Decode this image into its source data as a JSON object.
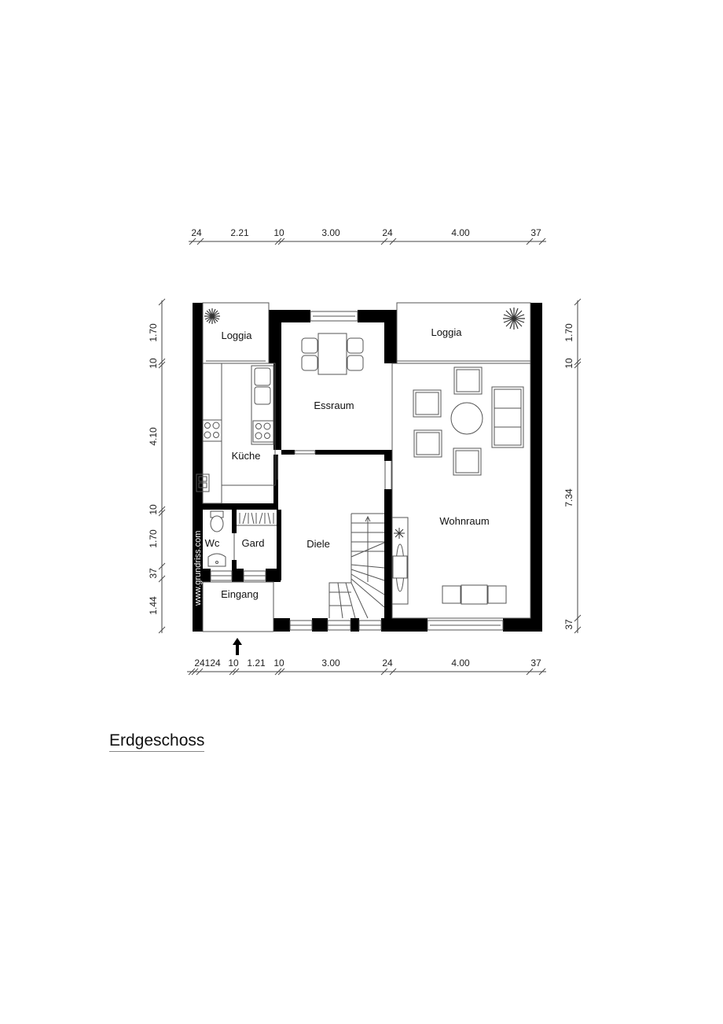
{
  "title": "Erdgeschoss",
  "watermark": "www.grundriss.com",
  "rooms": {
    "loggia_left": "Loggia",
    "loggia_right": "Loggia",
    "kueche": "Küche",
    "essraum": "Essraum",
    "wohnraum": "Wohnraum",
    "wc": "Wc",
    "gard": "Gard",
    "diele": "Diele",
    "eingang": "Eingang"
  },
  "dimensions": {
    "top": [
      "24",
      "2.21",
      "10",
      "3.00",
      "24",
      "4.00",
      "37"
    ],
    "bottom": [
      "24124",
      "10",
      "1.21",
      "10",
      "3.00",
      "24",
      "4.00",
      "37"
    ],
    "left": [
      "1.70",
      "10",
      "4.10",
      "10",
      "1.70",
      "37",
      "1.44"
    ],
    "right": [
      "1.70",
      "10",
      "7.34",
      "37"
    ]
  },
  "colors": {
    "wall": "#000000",
    "line": "#555555",
    "background": "#ffffff"
  }
}
